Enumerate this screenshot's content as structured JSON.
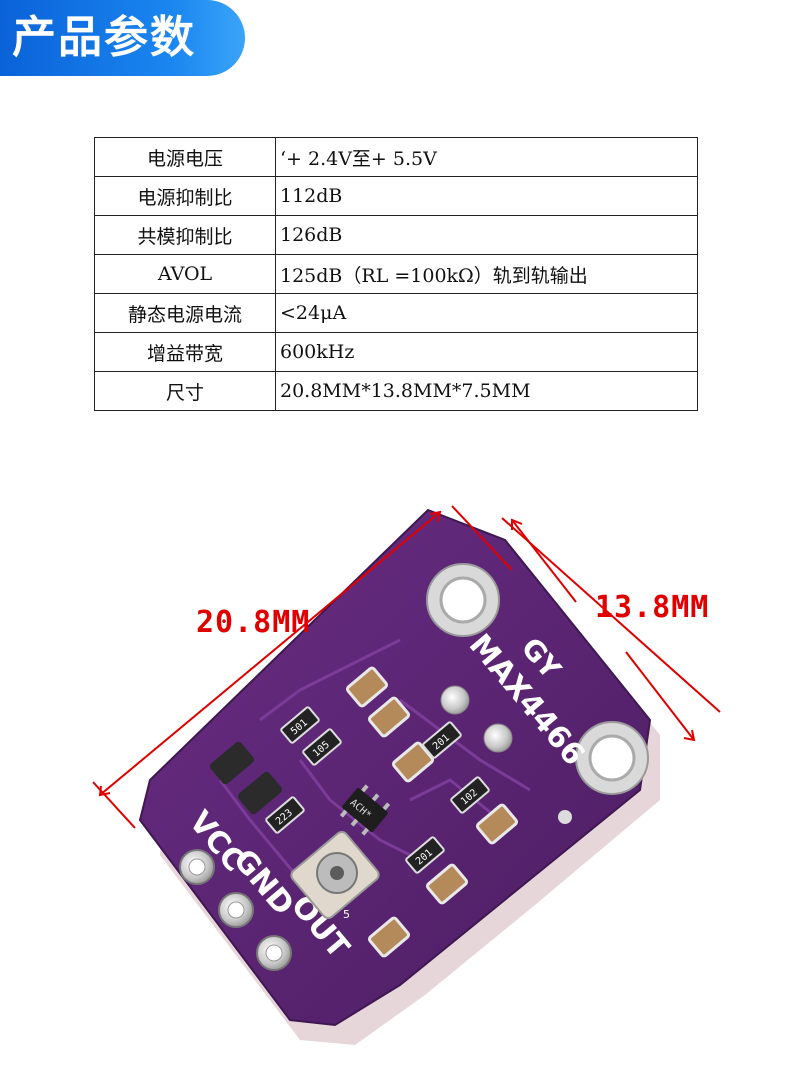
{
  "header": {
    "title": "产品参数"
  },
  "specs": [
    {
      "key": "电源电压",
      "value": "‘+ 2.4V至+ 5.5V"
    },
    {
      "key": "电源抑制比",
      "value": "112dB"
    },
    {
      "key": "共模抑制比",
      "value": "126dB"
    },
    {
      "key": "AVOL",
      "value": "125dB（RL =100kΩ）轨到轨输出"
    },
    {
      "key": "静态电源电流",
      "value": "<24μA"
    },
    {
      "key": "增益带宽",
      "value": "600kHz"
    },
    {
      "key": "尺寸",
      "value": "20.8MM*13.8MM*7.5MM"
    }
  ],
  "dimensions": {
    "length": "20.8MM",
    "width": "13.8MM"
  },
  "board": {
    "brand": "GY",
    "model": "MAX4466",
    "pins": [
      "VCC",
      "GND",
      "OUT"
    ],
    "resistors": [
      "501",
      "105",
      "223",
      "201",
      "102",
      "201"
    ],
    "chip_mark": "ACH*",
    "pot_mark": "5",
    "colors": {
      "pcb": "#5b2572",
      "pcb_edge": "#3f1852",
      "silkscreen": "#ffffff",
      "dimension": "#e10000"
    }
  }
}
